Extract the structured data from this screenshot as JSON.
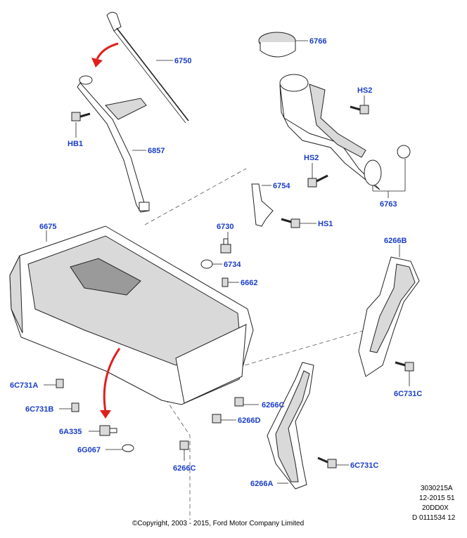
{
  "labels": {
    "l6750": "6750",
    "l6766": "6766",
    "lHS2a": "HS2",
    "lHB1": "HB1",
    "l6857": "6857",
    "lHS2b": "HS2",
    "l6754": "6754",
    "l6763": "6763",
    "lHS1": "HS1",
    "l6675": "6675",
    "l6730": "6730",
    "l6734": "6734",
    "l6662": "6662",
    "l6266B": "6266B",
    "l6C731A": "6C731A",
    "l6C731B": "6C731B",
    "l6A335": "6A335",
    "l6G067": "6G067",
    "l6266Ca": "6266C",
    "l6266D": "6266D",
    "l6266Cb": "6266C",
    "l6C731Ca": "6C731C",
    "l6C731Cb": "6C731C",
    "l6266A": "6266A"
  },
  "meta": {
    "line1": "3030215A",
    "line2": "12-2015 51",
    "line3": "20DD0X",
    "line4": "D 0111534 12"
  },
  "copyright": "©Copyright, 2003 - 2015, Ford Motor Company Limited",
  "colors": {
    "callout": "#1a3cc8",
    "arrow": "#e0201c"
  }
}
